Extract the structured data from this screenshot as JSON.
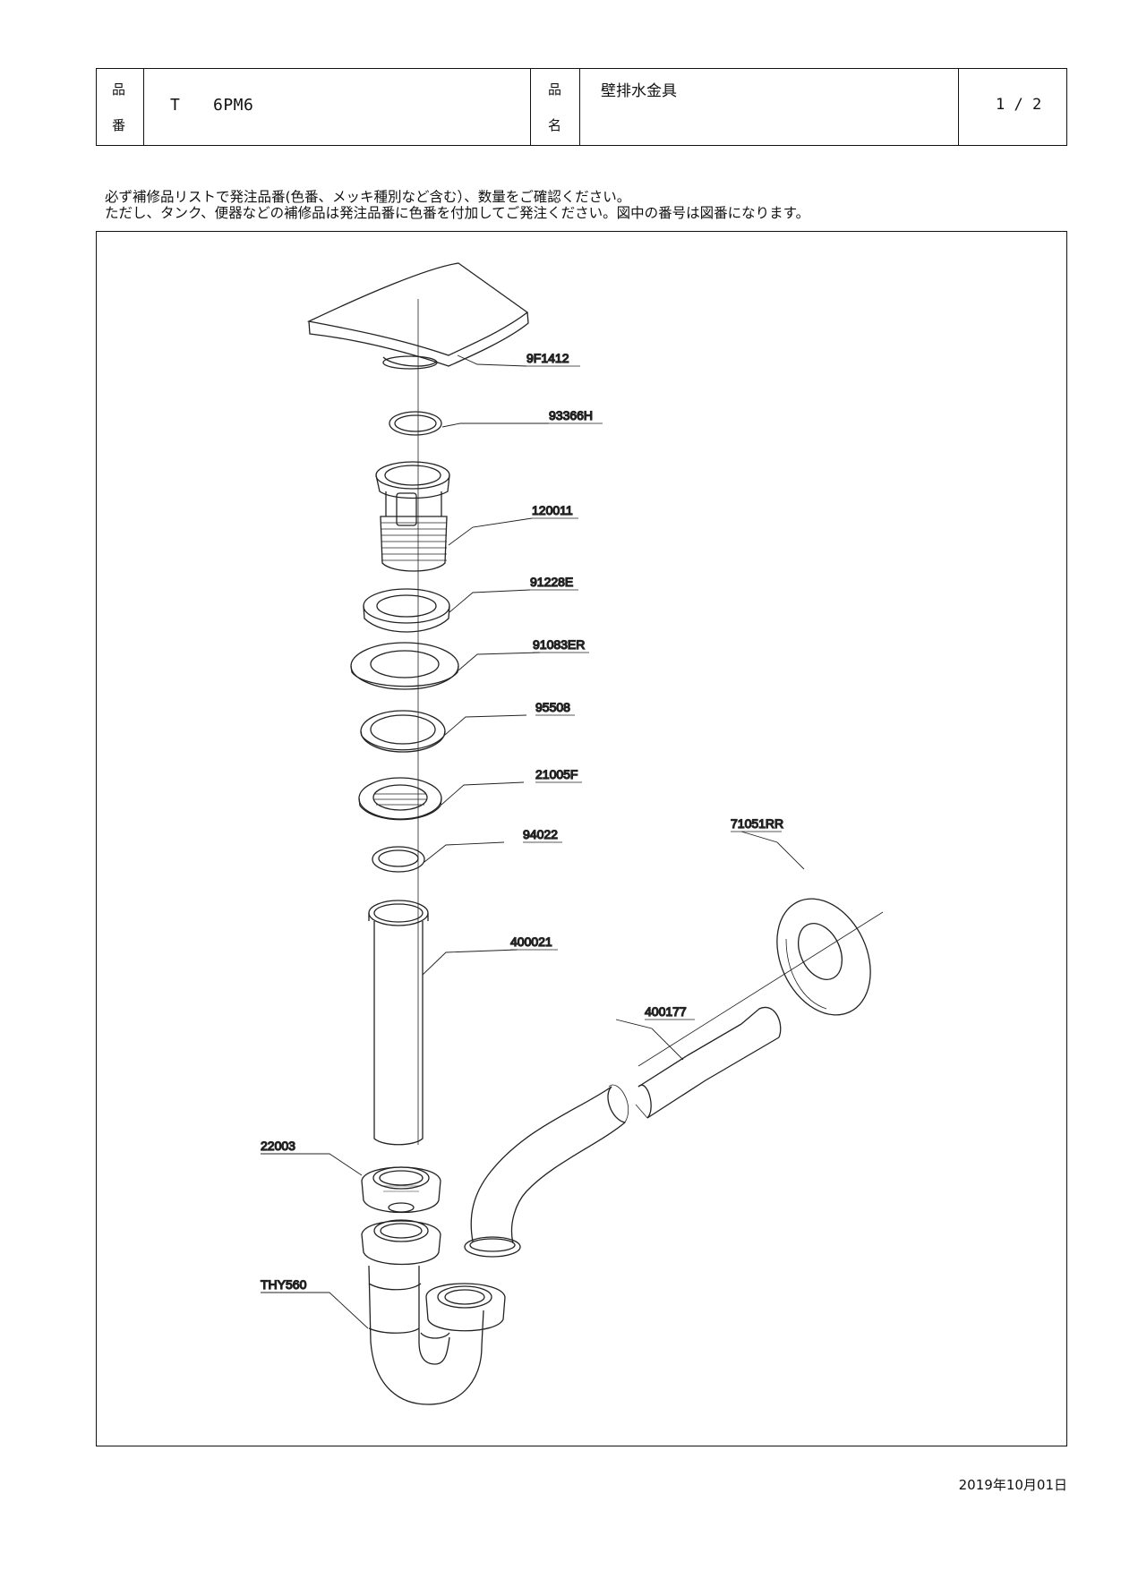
{
  "header": {
    "part_no_label_1": "品",
    "part_no_label_2": "番",
    "part_no_prefix": "T",
    "part_no": "6PM6",
    "name_label_1": "品",
    "name_label_2": "名",
    "product_name": "壁排水金具",
    "page": "1 / 2"
  },
  "notes": [
    "必ず補修品リストで発注品番(色番、メッキ種別など含む）、数量をご確認ください。",
    "ただし、タンク、便器などの補修品は発注品番に色番を付加してご発注ください。図中の番号は図番になります。"
  ],
  "parts": [
    "9F1412",
    "93366H",
    "120011",
    "91228E",
    "91083ER",
    "95508",
    "21005F",
    "94022",
    "400021",
    "22003",
    "THY560",
    "400177",
    "71051RR"
  ],
  "date": "2019年10月01日"
}
